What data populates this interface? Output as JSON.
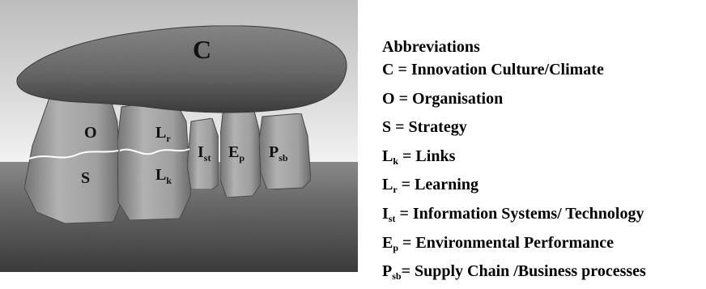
{
  "diagram": {
    "roof_label": "C",
    "pillars": [
      {
        "top": "O",
        "top_sub": "",
        "bottom": "S",
        "bottom_sub": ""
      },
      {
        "top": "L",
        "top_sub": "r",
        "bottom": "L",
        "bottom_sub": "k"
      },
      {
        "top": "I",
        "top_sub": "st",
        "bottom": "",
        "bottom_sub": ""
      },
      {
        "top": "E",
        "top_sub": "p",
        "bottom": "",
        "bottom_sub": ""
      },
      {
        "top": "P",
        "top_sub": "sb",
        "bottom": "",
        "bottom_sub": ""
      }
    ]
  },
  "legend": {
    "title": "Abbreviations",
    "items": [
      {
        "symbol": "C",
        "sub": "",
        "text": " = Innovation Culture/Climate"
      },
      {
        "symbol": "O",
        "sub": "",
        "text": " = Organisation"
      },
      {
        "symbol": "S",
        "sub": "",
        "text": " = Strategy"
      },
      {
        "symbol": "L",
        "sub": "k",
        "text": " = Links"
      },
      {
        "symbol": "L",
        "sub": "r",
        "text": " = Learning"
      },
      {
        "symbol": "I",
        "sub": "st",
        "text": " = Information Systems/ Technology"
      },
      {
        "symbol": "E",
        "sub": "p",
        "text": " = Environmental Performance"
      },
      {
        "symbol": "P",
        "sub": "sb",
        "text": "= Supply Chain /Business processes"
      }
    ]
  }
}
